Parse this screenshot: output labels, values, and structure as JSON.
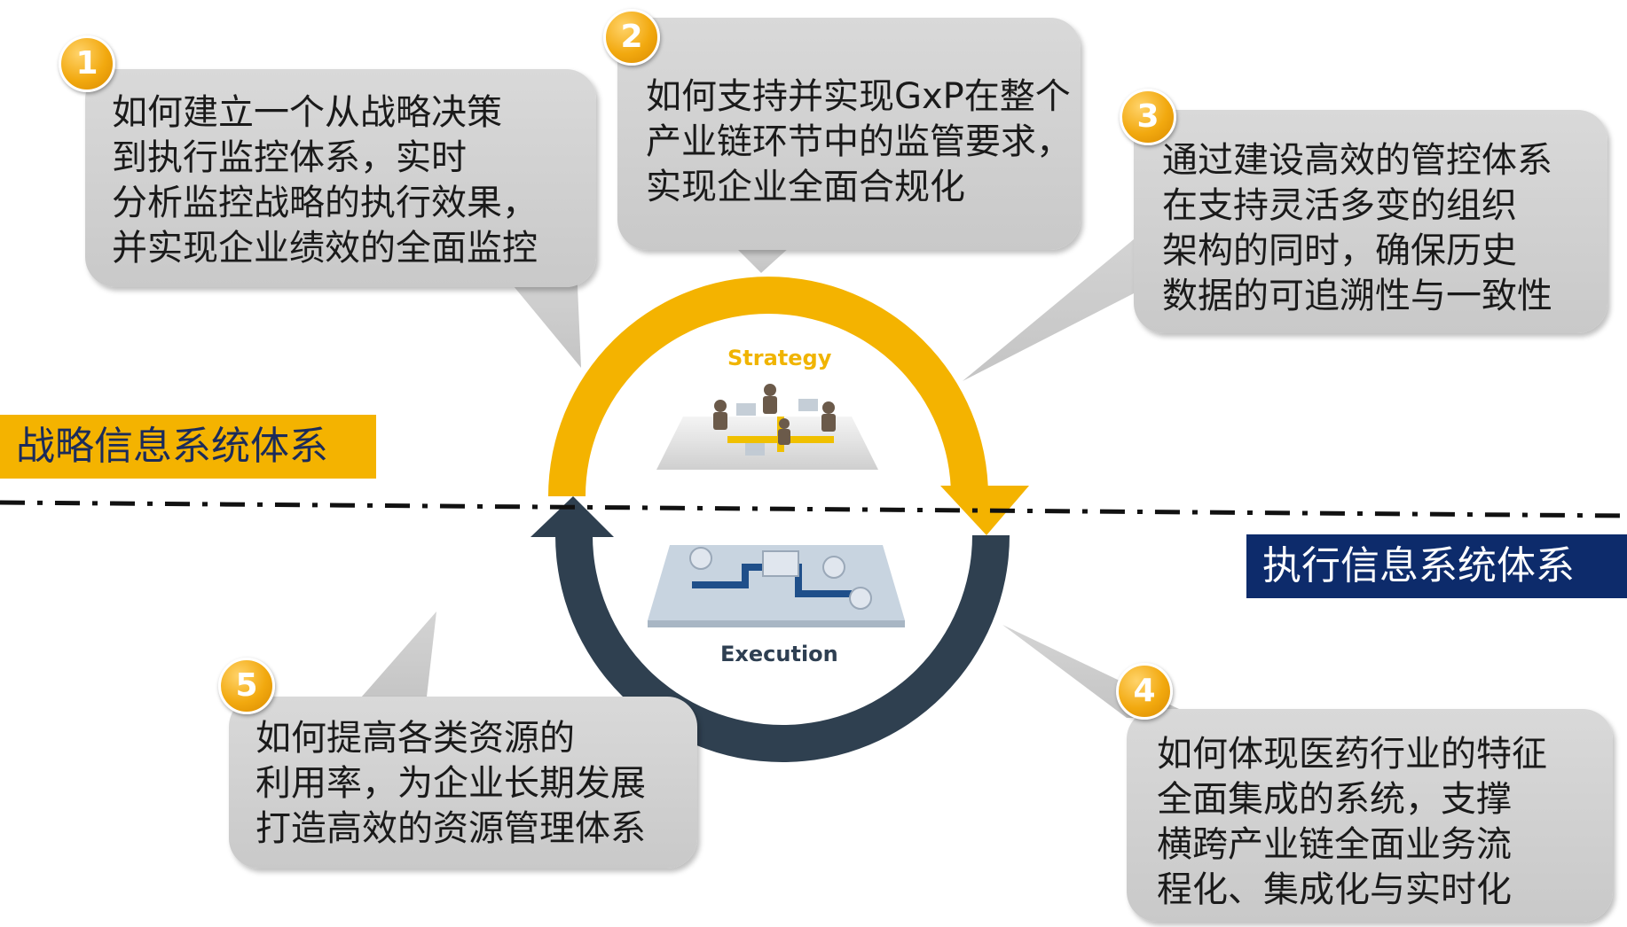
{
  "bubbles": [
    {
      "number": "1",
      "lines": [
        "如何建立一个从战略决策",
        "到执行监控体系，实时",
        "分析监控战略的执行效果，",
        "并实现企业绩效的全面监控"
      ]
    },
    {
      "number": "2",
      "lines": [
        "如何支持并实现GxP在整个",
        "产业链环节中的监管要求，",
        "实现企业全面合规化"
      ]
    },
    {
      "number": "3",
      "lines": [
        "通过建设高效的管控体系",
        "在支持灵活多变的组织",
        "架构的同时，确保历史",
        "数据的可追溯性与一致性"
      ]
    },
    {
      "number": "4",
      "lines": [
        "如何体现医药行业的特征",
        "全面集成的系统，支撑",
        "横跨产业链全面业务流",
        "程化、集成化与实时化"
      ]
    },
    {
      "number": "5",
      "lines": [
        "如何提高各类资源的",
        "利用率，为企业长期发展",
        "打造高效的资源管理体系"
      ]
    }
  ],
  "labels": {
    "strategy_system": "战略信息系统体系",
    "execution_system": "执行信息系统体系"
  },
  "cycle": {
    "top_label": "Strategy",
    "bottom_label": "Execution"
  },
  "colors": {
    "arc_top": "#f4b300",
    "arc_bottom": "#2e3f4f",
    "badge": "#f2a90f",
    "strategy_box": "#f4b300",
    "execution_box": "#0d2b6b"
  }
}
